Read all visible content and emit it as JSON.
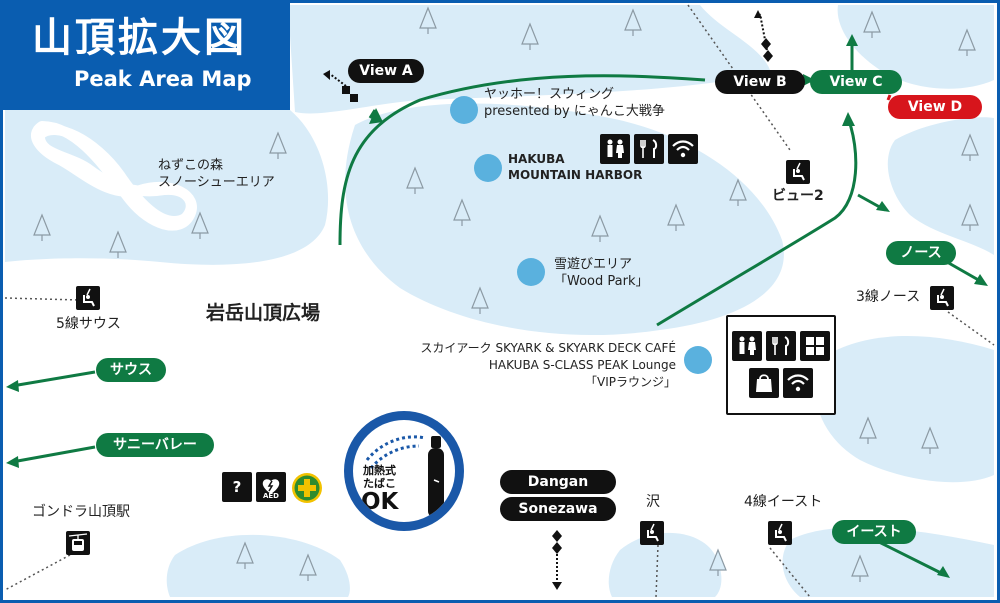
{
  "map_title": {
    "ja": "山頂拡大図",
    "en": "Peak Area Map"
  },
  "colors": {
    "frame": "#0a5db0",
    "snow": "#d9ecf8",
    "route_green": "#0f7a43",
    "route_red": "#d7151c",
    "poi_dot": "#5ab1de",
    "label_black": "#111111"
  },
  "pois": {
    "yahoo": {
      "line1": "ヤッホー！スウィング",
      "line2": "presented by にゃんこ大戦争"
    },
    "harbor": {
      "line1": "HAKUBA",
      "line2": "MOUNTAIN HARBOR"
    },
    "woodpark": {
      "line1": "雪遊びエリア",
      "line2": "「Wood Park」"
    },
    "skyark": {
      "line1": "スカイアーク SKYARK & SKYARK DECK CAFÉ",
      "line2": "HAKUBA S-CLASS PEAK Lounge",
      "line3": "「VIPラウンジ」"
    }
  },
  "areas": {
    "snowshoe": {
      "line1": "ねずこの森",
      "line2": "スノーシューエリア"
    },
    "plaza": "岩岳山頂広場"
  },
  "views": {
    "a": "View A",
    "b": "View B",
    "c": "View C",
    "d": "View D"
  },
  "courses": {
    "north": "ノース",
    "south": "サウス",
    "sunny_valley": "サニーバレー",
    "east": "イースト",
    "dangan": "Dangan",
    "sonezawa": "Sonezawa"
  },
  "lifts": {
    "view2": "ビュー2",
    "line5_south": "5線サウス",
    "line3_north": "3線ノース",
    "sawa": "沢",
    "line4_east": "4線イースト",
    "gondola": "ゴンドラ山頂駅"
  },
  "facilities": {
    "info_glyph": "?",
    "aed_label": "AED",
    "icons": [
      "toilet-icon",
      "restaurant-icon",
      "wifi-icon",
      "shop-icon",
      "locker-icon",
      "first-aid-icon",
      "info-icon",
      "aed-icon",
      "gondola-icon",
      "chairlift-icon"
    ]
  },
  "smoking": {
    "line1": "加熱式",
    "line2": "たばこ",
    "ok": "OK"
  }
}
